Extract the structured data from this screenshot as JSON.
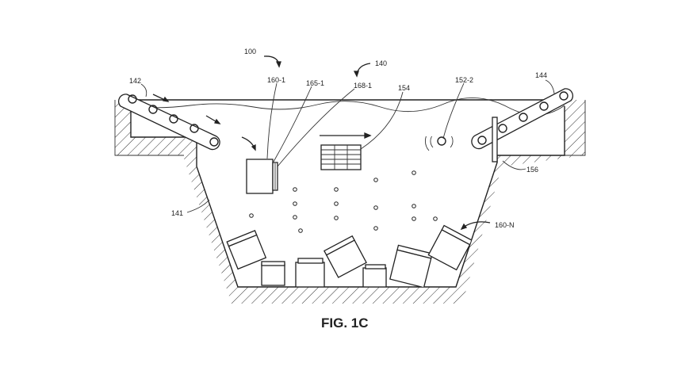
{
  "figure": {
    "caption": "FIG. 1C",
    "labels": {
      "system": "100",
      "tank_top": "140",
      "conveyor_in": "142",
      "conveyor_out": "144",
      "container": "141",
      "unit_1": "160-1",
      "unit_1_part_a": "165-1",
      "unit_1_part_b": "168-1",
      "grid": "154",
      "sensor": "152-2",
      "barrier": "156",
      "unit_n": "160-N"
    },
    "colors": {
      "ink": "#222222",
      "background": "#ffffff"
    }
  }
}
